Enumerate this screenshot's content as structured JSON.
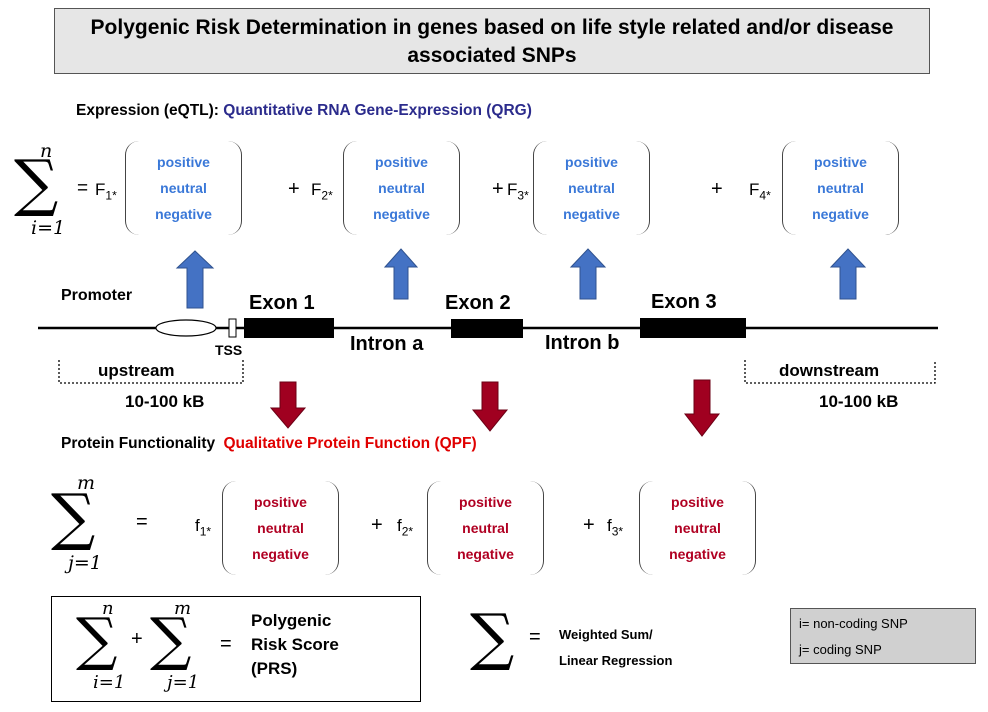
{
  "title": "Polygenic Risk Determination in genes based on life style related and/or disease associated SNPs",
  "expression": {
    "label": "Expression (eQTL):",
    "sublabel": "Quantitative RNA Gene-Expression (QRG)",
    "sum_upper": "n",
    "sum_lower": "i=1",
    "eq": "=",
    "plus": "+",
    "terms": [
      {
        "base": "F",
        "sub": "1*",
        "values": [
          "positive",
          "neutral",
          "negative"
        ]
      },
      {
        "base": "F",
        "sub": "2*",
        "values": [
          "positive",
          "neutral",
          "negative"
        ]
      },
      {
        "base": "F",
        "sub": "3*",
        "values": [
          "positive",
          "neutral",
          "negative"
        ]
      },
      {
        "base": "F",
        "sub": "4*",
        "values": [
          "positive",
          "neutral",
          "negative"
        ]
      }
    ]
  },
  "gene": {
    "promoter": "Promoter",
    "tss": "TSS",
    "exons": [
      "Exon 1",
      "Exon 2",
      "Exon 3"
    ],
    "introns": [
      "Intron a",
      "Intron b"
    ],
    "upstream": "upstream",
    "downstream": "downstream",
    "upstream_range": "10-100 kB",
    "downstream_range": "10-100 kB"
  },
  "protein": {
    "label": "Protein Functionality",
    "sublabel": "Qualitative Protein Function (QPF)",
    "sum_upper": "m",
    "sum_lower": "j=1",
    "eq": "=",
    "plus": "+",
    "terms": [
      {
        "base": "f",
        "sub": "1*",
        "values": [
          "positive",
          "neutral",
          "negative"
        ]
      },
      {
        "base": "f",
        "sub": "2*",
        "values": [
          "positive",
          "neutral",
          "negative"
        ]
      },
      {
        "base": "f",
        "sub": "3*",
        "values": [
          "positive",
          "neutral",
          "negative"
        ]
      }
    ]
  },
  "prs": {
    "upper1": "n",
    "lower1": "i=1",
    "upper2": "m",
    "lower2": "j=1",
    "plus": "+",
    "eq": "=",
    "label_lines": [
      "Polygenic",
      "Risk Score",
      "(PRS)"
    ]
  },
  "weighted": {
    "eq": "=",
    "lines": [
      "Weighted Sum/",
      "Linear Regression"
    ]
  },
  "legend": {
    "items": [
      "i= non-coding SNP",
      "j= coding SNP"
    ]
  },
  "colors": {
    "blue_text": "#3a78d8",
    "navy_text": "#2b2b8c",
    "red_text": "#e00000",
    "dark_red_text": "#b00022",
    "up_arrow": "#4472c4",
    "down_arrow": "#a00020"
  }
}
